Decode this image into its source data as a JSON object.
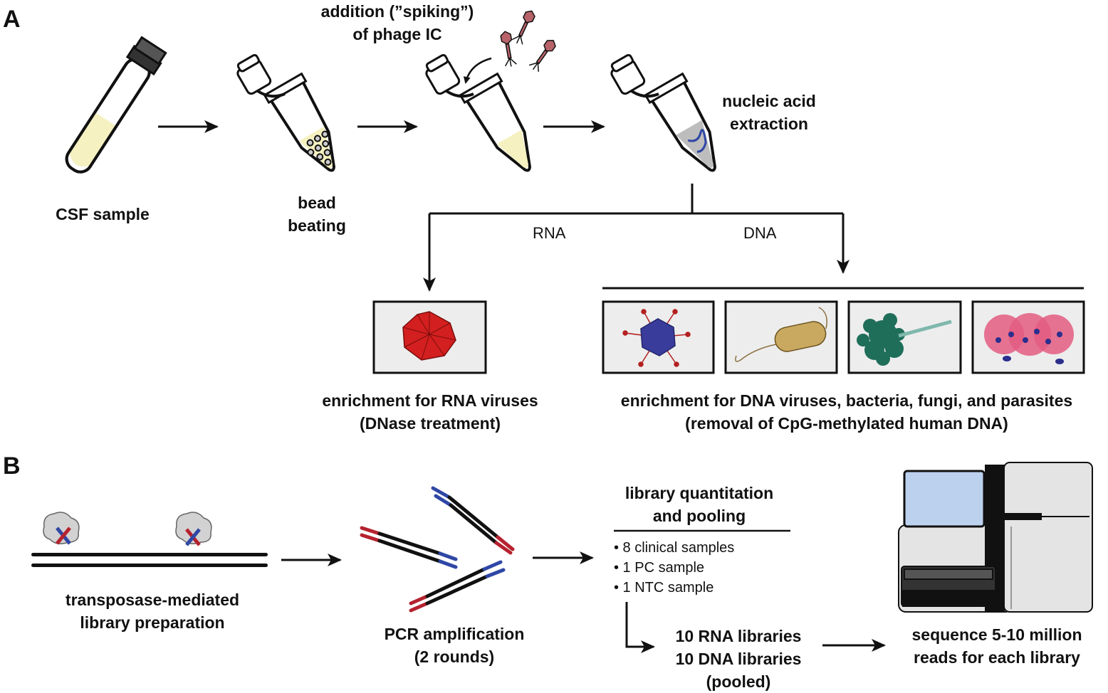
{
  "panel_a": {
    "letter": "A",
    "spiking_line1": "addition (”spiking”)",
    "spiking_line2": "of phage IC",
    "csf_sample": "CSF sample",
    "bead_line1": "bead",
    "bead_line2": "beating",
    "extraction_line1": "nucleic acid",
    "extraction_line2": "extraction",
    "rna_branch": "RNA",
    "dna_branch": "DNA",
    "rna_enrich_line1": "enrichment for RNA viruses",
    "rna_enrich_line2": "(DNase treatment)",
    "dna_enrich_line1": "enrichment for DNA viruses, bacteria, fungi, and parasites",
    "dna_enrich_line2": "(removal of CpG-methylated human DNA)"
  },
  "panel_b": {
    "letter": "B",
    "transposase_line1": "transposase-mediated",
    "transposase_line2": "library preparation",
    "pcr_line1": "PCR amplification",
    "pcr_line2": "(2 rounds)",
    "quant_line1": "library quantitation",
    "quant_line2": "and pooling",
    "bullets": [
      "• 8 clinical samples",
      "• 1 PC sample",
      "• 1 NTC sample"
    ],
    "libs_line1": "10 RNA libraries",
    "libs_line2": "10 DNA libraries",
    "libs_line3": "(pooled)",
    "seq_line1": "sequence 5-10 million",
    "seq_line2": "reads for each library"
  },
  "icons": [
    "csf-tube-icon",
    "bead-tube-icon",
    "phage-tube-icon",
    "phage-icon",
    "extraction-tube-icon",
    "rna-virus-icon",
    "dna-virus-icon",
    "bacterium-icon",
    "fungus-icon",
    "parasite-icon",
    "transposase-icon",
    "pcr-product-icon",
    "sequencer-icon"
  ],
  "colors": {
    "tube_fill": "#f5f1c0",
    "rna_virus": "#d31f1f",
    "dna_virus": "#3a3c9c",
    "phage": "#b8636a",
    "fungus": "#1f6e5a",
    "adapter_red": "#b5222e",
    "adapter_blue": "#2f47a5",
    "screen": "#bcd1ee"
  }
}
